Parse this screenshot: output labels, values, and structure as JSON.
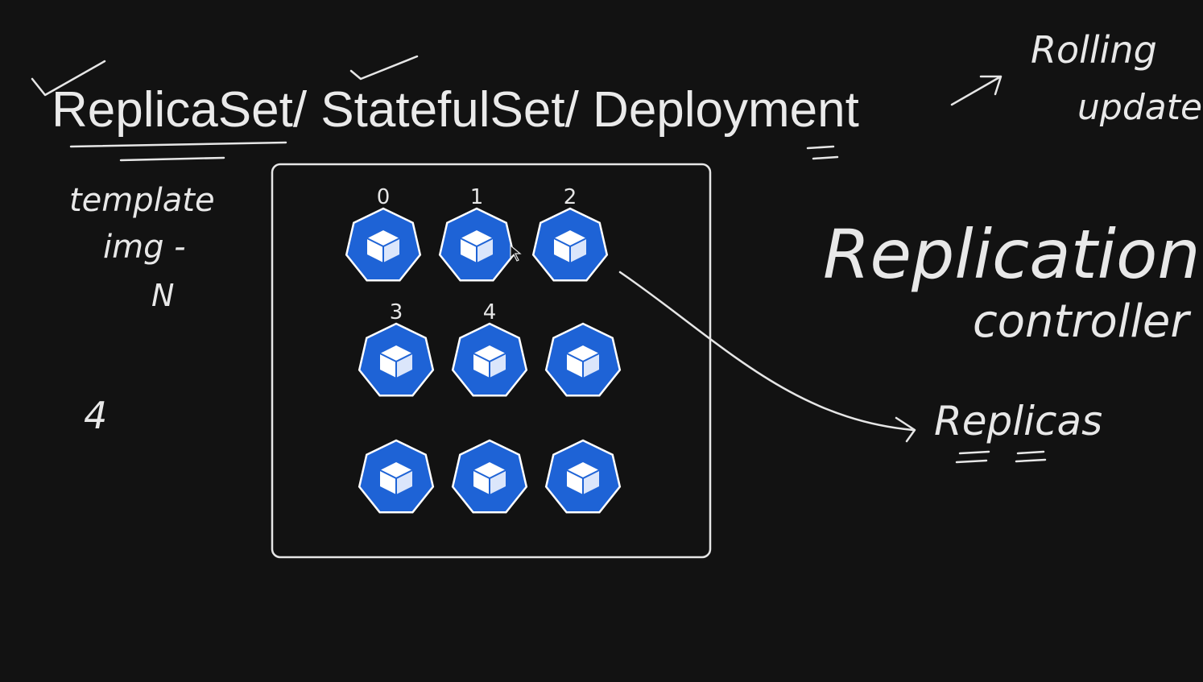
{
  "title": "ReplicaSet/ StatefulSet/ Deployment",
  "annotations": {
    "template": "template",
    "img": "img -",
    "n": "N",
    "four": "4",
    "rolling_update_line1": "Rolling",
    "rolling_update_line2": "update",
    "replication_line1": "Replication",
    "replication_line2": "controller",
    "replicas": "Replicas"
  },
  "pods": [
    {
      "label": "0",
      "row": 0,
      "col": 0
    },
    {
      "label": "1",
      "row": 0,
      "col": 1
    },
    {
      "label": "2",
      "row": 0,
      "col": 2
    },
    {
      "label": "3",
      "row": 1,
      "col": 0
    },
    {
      "label": "4",
      "row": 1,
      "col": 1
    },
    {
      "label": "",
      "row": 1,
      "col": 2
    },
    {
      "label": "",
      "row": 2,
      "col": 0
    },
    {
      "label": "",
      "row": 2,
      "col": 1
    },
    {
      "label": "",
      "row": 2,
      "col": 2
    }
  ],
  "colors": {
    "background": "#121212",
    "pod_fill": "#1e63d6",
    "ink": "#e6e6e6"
  },
  "icons": {
    "pod": "kubernetes-pod-cube-icon",
    "cursor": "mouse-pointer-icon"
  }
}
